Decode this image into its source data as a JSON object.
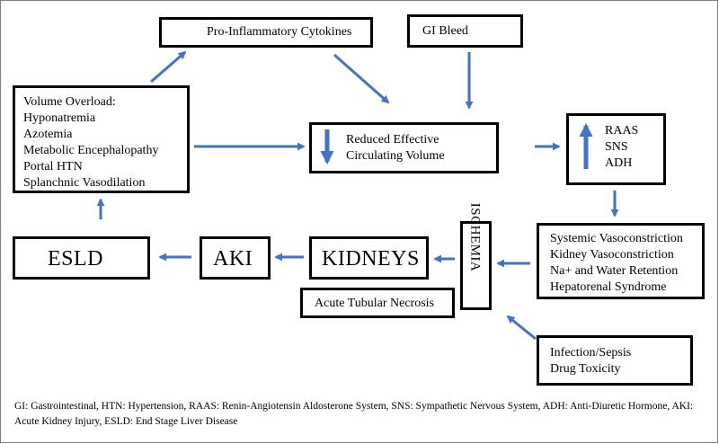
{
  "nodes": {
    "cytokines": "Pro-Inflammatory Cytokines",
    "gi_bleed": "GI Bleed",
    "volume_overload": {
      "title": "Volume Overload:",
      "items": [
        "Hyponatremia",
        "Azotemia",
        "Metabolic Encephalopathy",
        "Portal HTN",
        "Splanchnic Vasodilation"
      ]
    },
    "reduced_volume": [
      "Reduced Effective",
      "Circulating Volume"
    ],
    "neurohormonal": [
      "RAAS",
      "SNS",
      "ADH"
    ],
    "vasoconstriction": [
      "Systemic Vasoconstriction",
      "Kidney Vasoconstriction",
      "Na+ and Water Retention",
      "Hepatorenal Syndrome"
    ],
    "ischemia": "ISCHEMIA",
    "kidneys": "KIDNEYS",
    "atn": "Acute Tubular Necrosis",
    "aki": "AKI",
    "esld": "ESLD",
    "infection": [
      "Infection/Sepsis",
      "Drug Toxicity"
    ]
  },
  "footnote": "GI: Gastrointestinal, HTN: Hypertension, RAAS: Renin-Angiotensin Aldosterone System, SNS: Sympathetic Nervous System, ADH: Anti-Diuretic Hormone, AKI: Acute Kidney Injury, ESLD: End Stage Liver Disease",
  "colors": {
    "arrow": "#4472c4",
    "border": "#000000"
  }
}
